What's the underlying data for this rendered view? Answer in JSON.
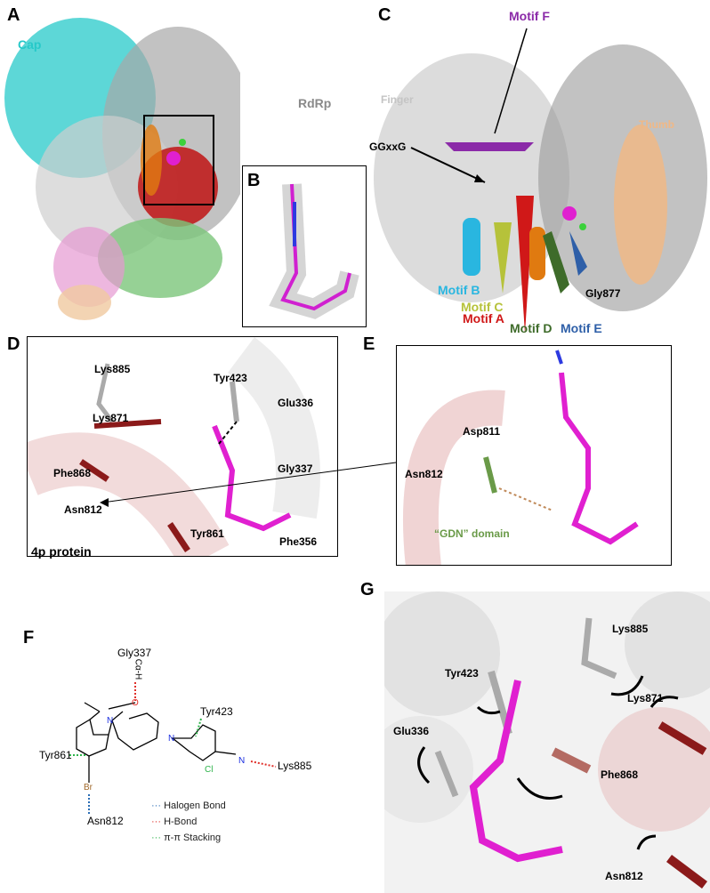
{
  "panels": {
    "a": "A",
    "b": "B",
    "c": "C",
    "d": "D",
    "e": "E",
    "f": "F",
    "g": "G"
  },
  "panel_a": {
    "cap": "Cap",
    "rdrp": "RdRp",
    "protein_4p": "4p protein"
  },
  "panel_c": {
    "motif_f": "Motif F",
    "finger": "Finger",
    "thumb": "Thumb",
    "ggxxg": "GGxxG",
    "motif_b": "Motif B",
    "motif_c": "Motif C",
    "motif_a": "Motif A",
    "motif_d": "Motif D",
    "motif_e": "Motif E",
    "gly877": "Gly877"
  },
  "panel_d": {
    "lys885": "Lys885",
    "tyr423": "Tyr423",
    "glu336": "Glu336",
    "lys871": "Lys871",
    "phe868": "Phe868",
    "gly337": "Gly337",
    "asn812": "Asn812",
    "tyr861": "Tyr861",
    "phe356": "Phe356"
  },
  "panel_e": {
    "asp811": "Asp811",
    "asn812": "Asn812",
    "gdn": "“GDN” domain"
  },
  "panel_f": {
    "gly337": "Gly337",
    "ca_h": "Cα-H",
    "tyr423": "Tyr423",
    "lys885": "Lys885",
    "tyr861": "Tyr861",
    "asn812": "Asn812",
    "atom_o": "O",
    "atom_n": "N",
    "atom_br": "Br",
    "atom_cl": "Cl",
    "legend": [
      {
        "label": "Halogen Bond",
        "color": "#2a6db5"
      },
      {
        "label": "H-Bond",
        "color": "#e0302a"
      },
      {
        "label": "π-π Stacking",
        "color": "#2db34a"
      }
    ]
  },
  "panel_g": {
    "lys885": "Lys885",
    "tyr423": "Tyr423",
    "lys871": "Lys871",
    "glu336": "Glu336",
    "phe868": "Phe868",
    "asn812": "Asn812"
  },
  "colors": {
    "cap": "#27c9c9",
    "rdrp": "#a0a0a0",
    "finger": "#bdbdbd",
    "thumb": "#f0b886",
    "motif_f": "#8b2aa8",
    "motif_b": "#29b6e0",
    "motif_c": "#b6c23a",
    "motif_a": "#d01818",
    "motif_d": "#3e6b2a",
    "motif_e": "#2e5fa8",
    "ligand": "#e020d0",
    "gdn": "#6a9a48"
  }
}
